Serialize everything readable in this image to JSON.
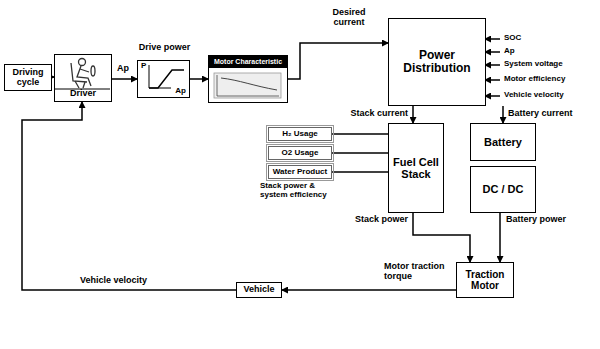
{
  "diagram": {
    "nodes": [
      {
        "text": [
          "Driving cycle"
        ]
      },
      {
        "text": [
          "Driver"
        ]
      },
      {
        "text": [
          "Drive power",
          "P",
          "Ap"
        ]
      },
      {
        "text": [
          "Motor Characteristic"
        ]
      },
      {
        "text": [
          "Power Distribution"
        ]
      },
      {
        "text": [
          "H₂ Usage"
        ]
      },
      {
        "text": [
          "O2 Usage"
        ]
      },
      {
        "text": [
          "Water Product"
        ]
      },
      {
        "text": [
          "Fuel Cell Stack"
        ]
      },
      {
        "text": [
          "Battery"
        ]
      },
      {
        "text": [
          "DC / DC"
        ]
      },
      {
        "text": [
          "Traction Motor"
        ]
      },
      {
        "text": [
          "Vehicle"
        ]
      }
    ],
    "edges": [
      {
        "from": 0,
        "to": 1,
        "arrow": "to"
      },
      {
        "from": 1,
        "to": 2,
        "label": "Ap",
        "arrow": "to"
      },
      {
        "from": 2,
        "to": 3,
        "arrow": "to"
      },
      {
        "from": 3,
        "to": 4,
        "label": "Desired current",
        "arrow": "to"
      },
      {
        "from": 4,
        "to": 8,
        "label": "Stack current",
        "arrow": "to"
      },
      {
        "from": 4,
        "to": 9,
        "label": "Battery current",
        "arrow": "to"
      },
      {
        "from": 5,
        "to": 8,
        "arrow": "none"
      },
      {
        "from": 6,
        "to": 8,
        "arrow": "none"
      },
      {
        "from": 7,
        "to": 8,
        "arrow": "none"
      },
      {
        "from": 8,
        "to": 11,
        "label": "Stack power",
        "arrow": "to"
      },
      {
        "from": 10,
        "to": 11,
        "label": "Battery power",
        "arrow": "to"
      },
      {
        "from": 11,
        "to": 12,
        "label": "Motor traction torque",
        "arrow": "to"
      },
      {
        "from": 12,
        "to": 1,
        "label": "Vehicle velocity",
        "arrow": "to"
      }
    ],
    "labels": [
      "SOC",
      "Ap",
      "System voltage",
      "Motor efficiency",
      "Vehicle velocity",
      "Stack power & system efficiency"
    ]
  }
}
